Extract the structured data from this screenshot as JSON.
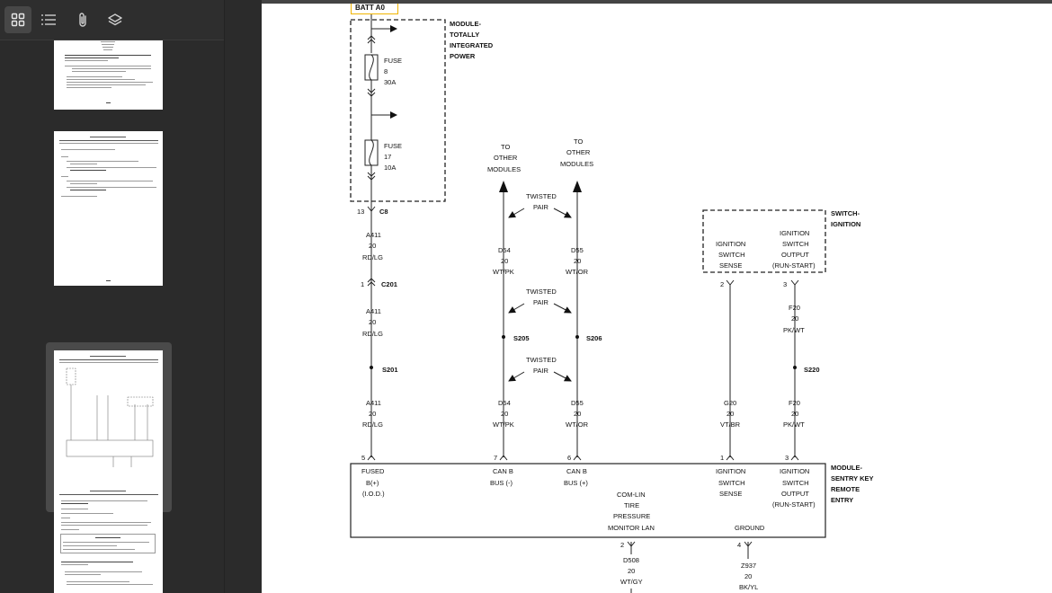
{
  "toolbar": {
    "icons": [
      "thumbnails-icon",
      "outline-icon",
      "attachments-icon",
      "layers-icon"
    ]
  },
  "thumb1": {
    "title": "Fig. 6: Checking Panel Ignition Switch Output (Run-Start) Circuit Resistance To Battery Voltage",
    "caption": "Courtesy of CHRYSLER GROUP, LLC"
  },
  "thumb3": {
    "caption": "Fig. 3: Ignition Switch Circuit Schematic",
    "caption2": "Courtesy of CHRYSLER GROUP, LLC"
  },
  "thumb4": {
    "heading": "Possible Causes"
  },
  "schematic": {
    "batt": "BATT A0",
    "module_power": [
      "MODULE-",
      "TOTALLY",
      "INTEGRATED",
      "POWER"
    ],
    "fuse1": [
      "FUSE",
      "8",
      "30A"
    ],
    "fuse2": [
      "FUSE",
      "17",
      "10A"
    ],
    "c8": {
      "pin": "13",
      "name": "C8"
    },
    "a411_1": [
      "A411",
      "20",
      "RD/LG"
    ],
    "c201": {
      "pin": "1",
      "name": "C201"
    },
    "a411_2": [
      "A411",
      "20",
      "RD/LG"
    ],
    "s201": "S201",
    "a411_3": [
      "A411",
      "20",
      "RD/LG"
    ],
    "to_other_1": [
      "TO",
      "OTHER",
      "MODULES"
    ],
    "to_other_2": [
      "TO",
      "OTHER",
      "MODULES"
    ],
    "twisted": [
      "TWISTED",
      "PAIR"
    ],
    "d54_1": [
      "D54",
      "20",
      "WT/PK"
    ],
    "d55_1": [
      "D55",
      "20",
      "WT/OR"
    ],
    "s205": "S205",
    "s206": "S206",
    "d54_2": [
      "D54",
      "20",
      "WT/PK"
    ],
    "d55_2": [
      "D55",
      "20",
      "WT/OR"
    ],
    "switch_ign": [
      "SWITCH-",
      "IGNITION"
    ],
    "ign_sense_top": [
      "IGNITION",
      "SWITCH",
      "SENSE"
    ],
    "ign_output_top": [
      "IGNITION",
      "SWITCH",
      "OUTPUT",
      "(RUN-START)"
    ],
    "pin2_top": "2",
    "pin3_top": "3",
    "f20_1": [
      "F20",
      "20",
      "PK/WT"
    ],
    "s220": "S220",
    "g20": [
      "G20",
      "20",
      "VT/BR"
    ],
    "f20_2": [
      "F20",
      "20",
      "PK/WT"
    ],
    "pins_bottom": [
      "5",
      "7",
      "6",
      "1",
      "3"
    ],
    "skre": [
      "MODULE-",
      "SENTRY KEY",
      "REMOTE",
      "ENTRY"
    ],
    "fused": [
      "FUSED",
      "B(+)",
      "(I.O.D.)"
    ],
    "canb_minus": [
      "CAN B",
      "BUS (-)"
    ],
    "canb_plus": [
      "CAN B",
      "BUS (+)"
    ],
    "comlin": [
      "COM-LIN",
      "TIRE",
      "PRESSURE",
      "MONITOR LAN"
    ],
    "ign_sense_bot": [
      "IGNITION",
      "SWITCH",
      "SENSE"
    ],
    "ign_output_bot": [
      "IGNITION",
      "SWITCH",
      "OUTPUT",
      "(RUN-START)"
    ],
    "ground": "GROUND",
    "pin2_bot": "2",
    "pin4_bot": "4",
    "d508": [
      "D508",
      "20",
      "WT/GY"
    ],
    "z937": [
      "Z937",
      "20",
      "BK/YL"
    ]
  }
}
